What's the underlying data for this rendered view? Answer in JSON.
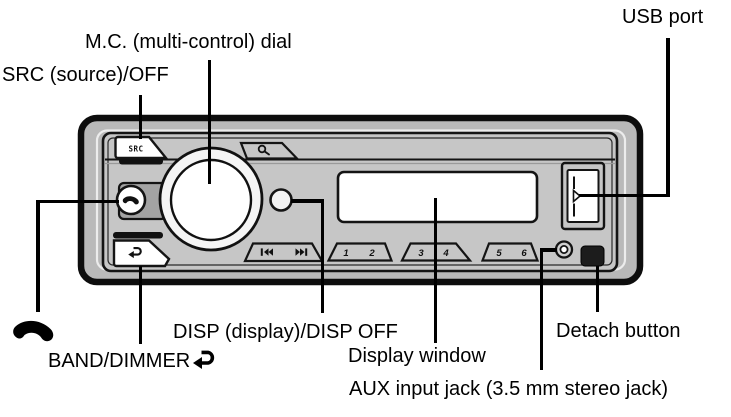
{
  "diagram": "car-stereo-front-panel-parts",
  "labels": {
    "usb_port": "USB port",
    "mc_dial": "M.C. (multi-control) dial",
    "src": "SRC (source)/OFF",
    "band_dimmer": "BAND/DIMMER",
    "disp": "DISP (display)/DISP OFF",
    "display_window": "Display window",
    "detach_button": "Detach button",
    "aux_input": "AUX input jack (3.5 mm stereo jack)"
  },
  "unit": {
    "src_button_label": "SRC",
    "presets": [
      "1",
      "2",
      "3",
      "4",
      "5",
      "6"
    ]
  },
  "icons": {
    "return_arrow": "↩",
    "phone": "handset",
    "search": "magnifier",
    "prev_track": "⏮",
    "next_track": "⏭",
    "usb_connector": "▷"
  },
  "colors": {
    "body_gray": "#b9b9b9",
    "face_gray": "#c6c6c6",
    "tab_gray": "#a3a3a3",
    "display_white": "#ffffff",
    "outline_black": "#141414",
    "leader_black": "#000000",
    "detach_dark": "#1c1c1c"
  }
}
